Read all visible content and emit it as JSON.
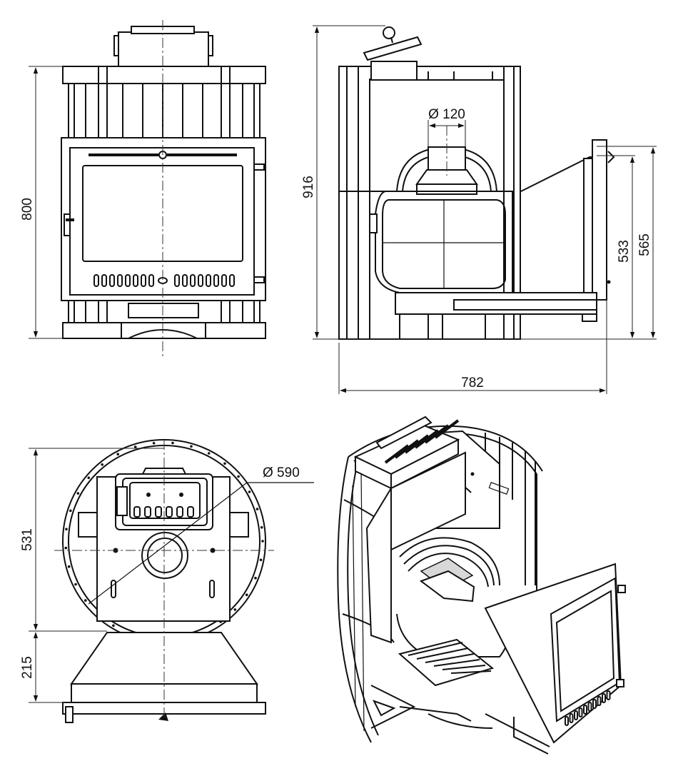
{
  "dimensions": {
    "front_height": "800",
    "side_height": "916",
    "flue_diameter": "Ø 120",
    "height_533": "533",
    "height_565": "565",
    "depth": "782",
    "top_diameter": "Ø 590",
    "top_depth": "531",
    "top_tunnel": "215"
  },
  "colors": {
    "line": "#111111",
    "background": "#ffffff"
  }
}
